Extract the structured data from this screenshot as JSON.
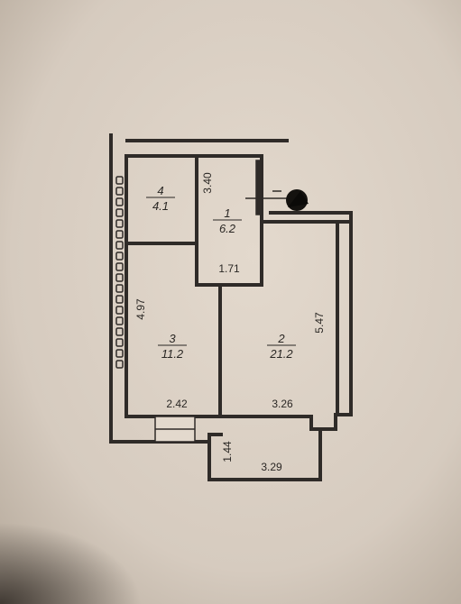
{
  "rooms": [
    {
      "number": "4",
      "area": "4.1"
    },
    {
      "number": "1",
      "area": "6.2"
    },
    {
      "number": "3",
      "area": "11.2"
    },
    {
      "number": "2",
      "area": "21.2"
    }
  ],
  "dimensions": {
    "room1_height": "3.40",
    "room1_width": "1.71",
    "room3_height": "4.97",
    "room3_width": "2.42",
    "room2_width": "3.26",
    "room2_height": "5.47",
    "balcony_height": "1.44",
    "balcony_width": "3.29"
  },
  "colors": {
    "paper": "#d9cfc3",
    "wall": "#2f2b28",
    "ink": "#2a2724"
  },
  "icons": {
    "entrance": "entrance-door-icon"
  }
}
